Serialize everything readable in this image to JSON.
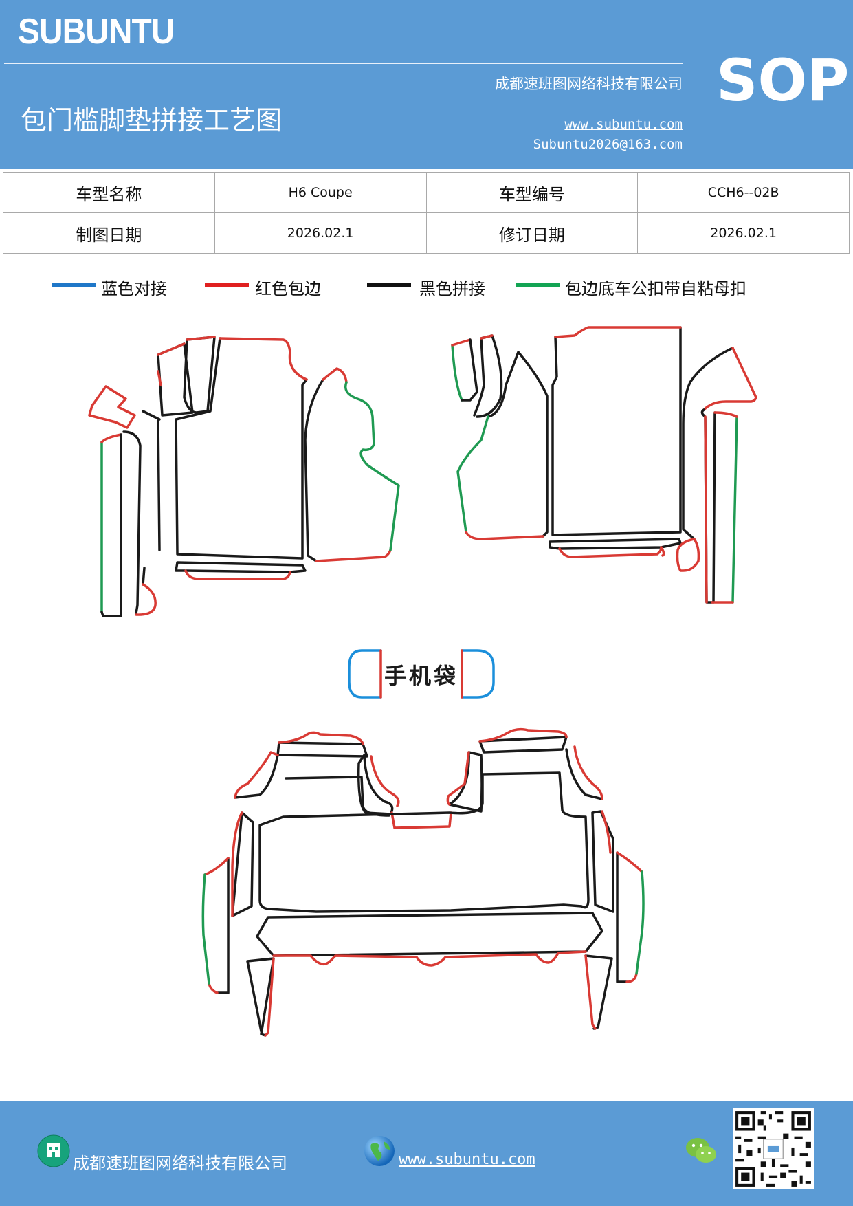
{
  "header": {
    "brand": "SUBUNTU",
    "company": "成都速班图网络科技有限公司",
    "title": "包门槛脚垫拼接工艺图",
    "website": "www.subuntu.com",
    "email": "Subuntu2026@163.com",
    "badge": "SOP"
  },
  "info_table": {
    "model_name_label": "车型名称",
    "model_name_value": "H6 Coupe",
    "model_code_label": "车型编号",
    "model_code_value": "CCH6--02B",
    "draw_date_label": "制图日期",
    "draw_date_value": "2026.02.1",
    "revise_date_label": "修订日期",
    "revise_date_value": "2026.02.1"
  },
  "legend": {
    "items": [
      {
        "label": "蓝色对接",
        "color": "#1f77c8"
      },
      {
        "label": "红色包边",
        "color": "#e02020"
      },
      {
        "label": "黑色拼接",
        "color": "#111111"
      },
      {
        "label": "包边底车公扣带自粘母扣",
        "color": "#13a454"
      }
    ]
  },
  "diagram": {
    "phone_pocket_label": "手机袋",
    "colors": {
      "black": "#1a1a1a",
      "red": "#d93a34",
      "green": "#1f9a52",
      "blue": "#1b8fdb"
    }
  },
  "footer": {
    "company": "成都速班图网络科技有限公司",
    "website": "www.subuntu.com",
    "icons": [
      "building-icon",
      "globe-icon",
      "wechat-icon",
      "qr-code-icon"
    ]
  }
}
